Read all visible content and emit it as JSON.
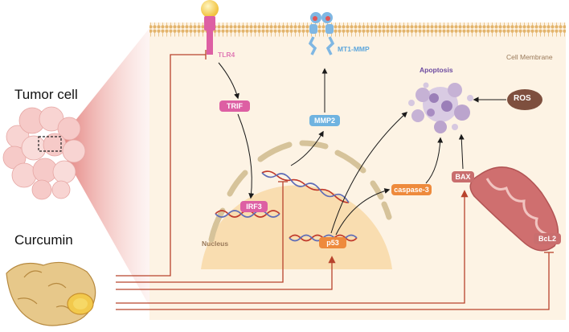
{
  "labels": {
    "tumor_cell": "Tumor cell",
    "curcumin": "Curcumin",
    "tlr4": "TLR4",
    "mt1_mmp": "MT1-MMP",
    "cell_membrane": "Cell Membrane",
    "apoptosis": "Apoptosis",
    "ros": "ROS",
    "trif": "TRIF",
    "mmp2": "MMP2",
    "irf3": "IRF3",
    "caspase3": "caspase-3",
    "bax": "BAX",
    "p53": "p53",
    "bcl2": "BcL2",
    "nucleus": "Nucleus"
  },
  "colors": {
    "membrane": "#e8c184",
    "cytoplasm": "#fdf3e4",
    "nucleus": "#f9ddb0",
    "pink": "#dd5fa3",
    "blue": "#6fb3e0",
    "orange": "#ee8a3c",
    "rose": "#c96e6e",
    "ros": "#7e4f3e",
    "arrow": "#1a1a1a",
    "inhibit": "#b8432c"
  }
}
